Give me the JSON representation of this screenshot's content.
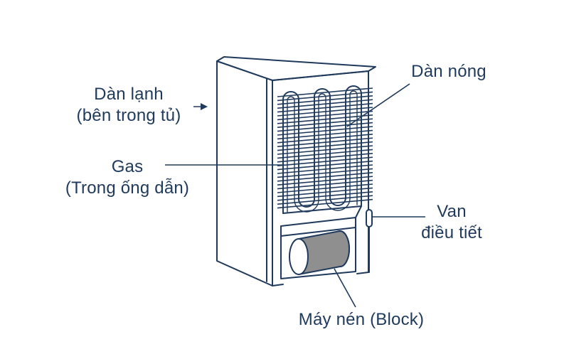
{
  "labels": {
    "evaporator_line1": "Dàn lạnh",
    "evaporator_line2": "(bên trong tủ)",
    "condenser": "Dàn nóng",
    "gas_line1": "Gas",
    "gas_line2": "(Trong ống dẫn)",
    "valve_line1": "Van",
    "valve_line2": "điều tiết",
    "compressor": "Máy nén (Block)"
  },
  "colors": {
    "line": "#1f3a5c",
    "fill_white": "#ffffff",
    "compressor_shade": "#8f8f8f"
  }
}
